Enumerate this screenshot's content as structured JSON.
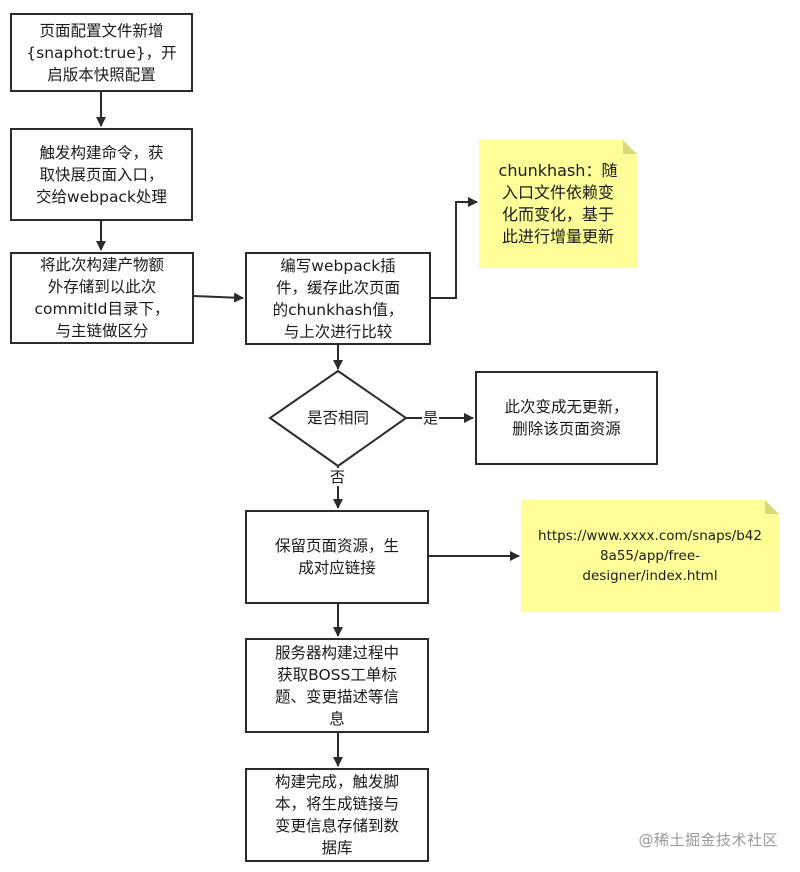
{
  "nodes": {
    "n1": "页面配置文件新增\n{snaphot:true}，开\n启版本快照配置",
    "n2": "触发构建命令，获\n取快展页面入口，\n交给webpack处理",
    "n3": "将此次构建产物额\n外存储到以此次\ncommitId目录下，\n与主链做区分",
    "n4": "编写webpack插\n件，缓存此次页面\n的chunkhash值，\n与上次进行比较",
    "decision": "是否相同",
    "n5": "此次变成无更新，\n删除该页面资源",
    "n6": "保留页面资源，生\n成对应链接",
    "n7": "服务器构建过程中\n获取BOSS工单标\n题、变更描述等信\n息",
    "n8": "构建完成，触发脚\n本，将生成链接与\n变更信息存储到数\n据库"
  },
  "notes": {
    "note1": "chunkhash：随\n入口文件依赖变\n化而变化，基于\n此进行增量更新",
    "note2": "https://www.xxxx.com/snaps/b42\n8a55/app/free-\ndesigner/index.html"
  },
  "edge_labels": {
    "yes": "是",
    "no": "否"
  },
  "watermark": "@稀土掘金技术社区",
  "colors": {
    "note_fill": "#ffff99",
    "stroke": "#2b2b2b"
  }
}
